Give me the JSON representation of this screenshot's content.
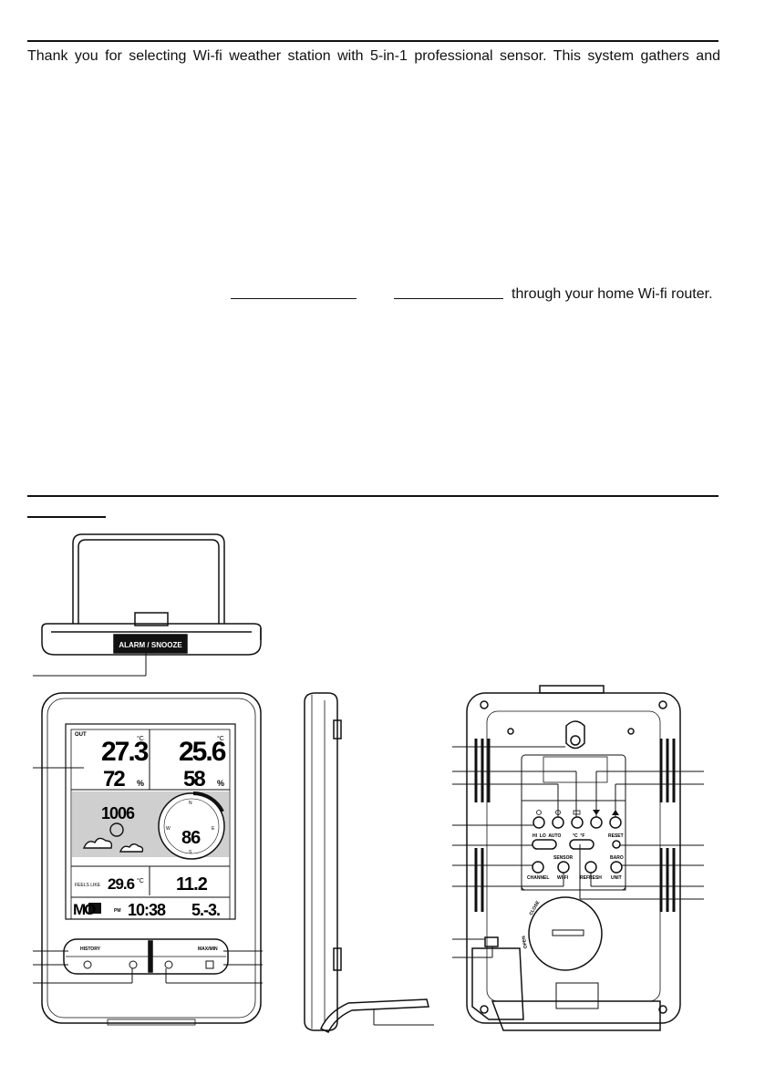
{
  "intro": {
    "line1": "Thank you for selecting Wi-fi weather station with 5-in-1 professional sensor. This system gathers and",
    "line2_tail": "through your home Wi-fi router."
  },
  "figure": {
    "top_view_label": "ALARM / SNOOZE",
    "display": {
      "outdoor_label": "OUT",
      "outdoor_temp": "27.3",
      "outdoor_temp_unit": "°C",
      "outdoor_humidity": "72",
      "outdoor_humidity_unit": "%",
      "indoor_temp": "25.6",
      "indoor_temp_unit": "°C",
      "indoor_humidity": "58",
      "indoor_humidity_unit": "%",
      "pressure": "1006",
      "wind_speed": "86",
      "compass_n": "N",
      "compass_e": "E",
      "compass_s": "S",
      "compass_w": "W",
      "feels_like_label": "FEELS LIKE",
      "feels_like_value": "29.6",
      "feels_like_unit": "°C",
      "rain_value": "11.2",
      "weekday": "MO",
      "pm_label": "PM",
      "time": "10:38",
      "date": "5.-3."
    },
    "front_buttons": {
      "history": "HISTORY",
      "maxmin": "MAX/MIN"
    },
    "back_panel": {
      "hi_lo_auto": "HI  LO  AUTO",
      "c_f": "°C  °F",
      "reset": "RESET",
      "sensor": "SENSOR",
      "baro": "BARO",
      "channel": "CHANNEL",
      "wifi": "WI-FI",
      "refresh": "REFRESH",
      "unit": "UNIT",
      "battery_close": "CLOSE",
      "battery_open": "OPEN"
    }
  }
}
